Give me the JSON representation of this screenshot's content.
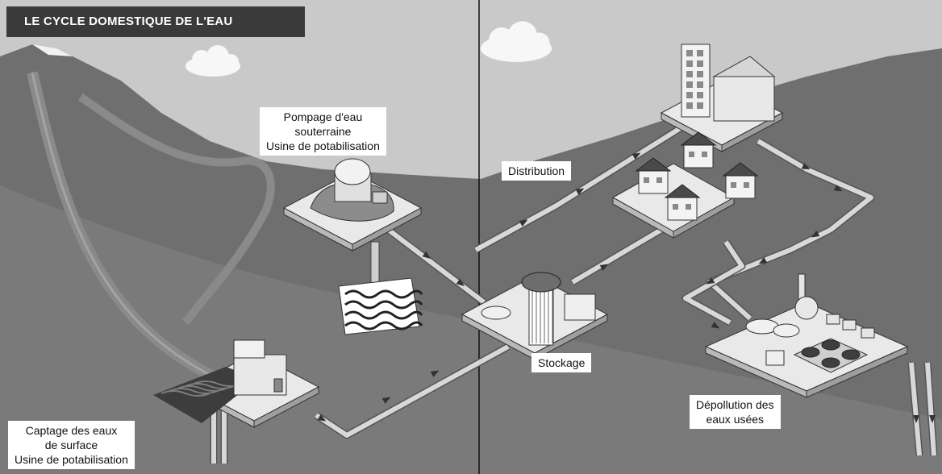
{
  "title": "LE CYCLE DOMESTIQUE DE L'EAU",
  "labels": {
    "pompage": [
      "Pompage d'eau",
      "souterraine",
      "Usine de potabilisation"
    ],
    "distribution": "Distribution",
    "stockage": "Stockage",
    "captage": [
      "Captage des eaux",
      "de surface",
      "Usine de potabilisation"
    ],
    "depollution": [
      "Dépollution des",
      "eaux usées"
    ]
  },
  "icons": [
    "cloud-icon",
    "mountain-icon",
    "river-icon",
    "groundwater-icon",
    "water-tower-icon",
    "house-icon",
    "building-icon",
    "treatment-plant-icon",
    "pipe-flow-arrow-icon"
  ],
  "colors": {
    "sky": "#c9c9c9",
    "mountain": "#6f6f6f",
    "mountain_dark": "#5a5a5a",
    "ground": "#7a7a7a",
    "platform": "#e9e9e9",
    "pipe": "#d8d8d8",
    "title_bg": "#3a3a3a"
  }
}
